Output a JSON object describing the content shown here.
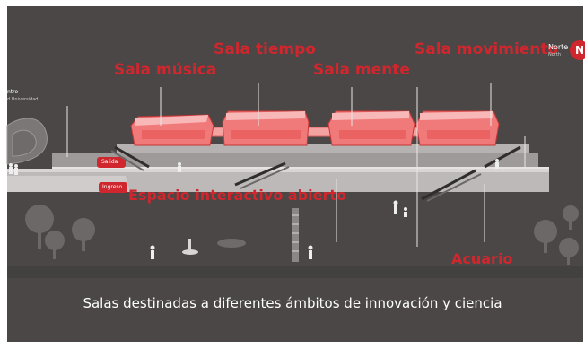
{
  "rooms": {
    "musica": "Sala música",
    "tiempo": "Sala tiempo",
    "mente": "Sala mente",
    "movimiento": "Sala movimiento"
  },
  "areas": {
    "espacio": "Espacio interactivo abierto",
    "acuario": "Acuario"
  },
  "compass": {
    "norte": "Norte",
    "north": "North",
    "letter": "N"
  },
  "signs": {
    "salida": "Salida",
    "ingreso": "Ingreso"
  },
  "edge_text": {
    "line1": "ntro",
    "line2": "d Universidad"
  },
  "caption": "Salas destinadas a diferentes ámbitos de innovación y ciencia",
  "colors": {
    "background": "#4a4746",
    "accent": "#d0262d",
    "building": "#8a8786"
  }
}
